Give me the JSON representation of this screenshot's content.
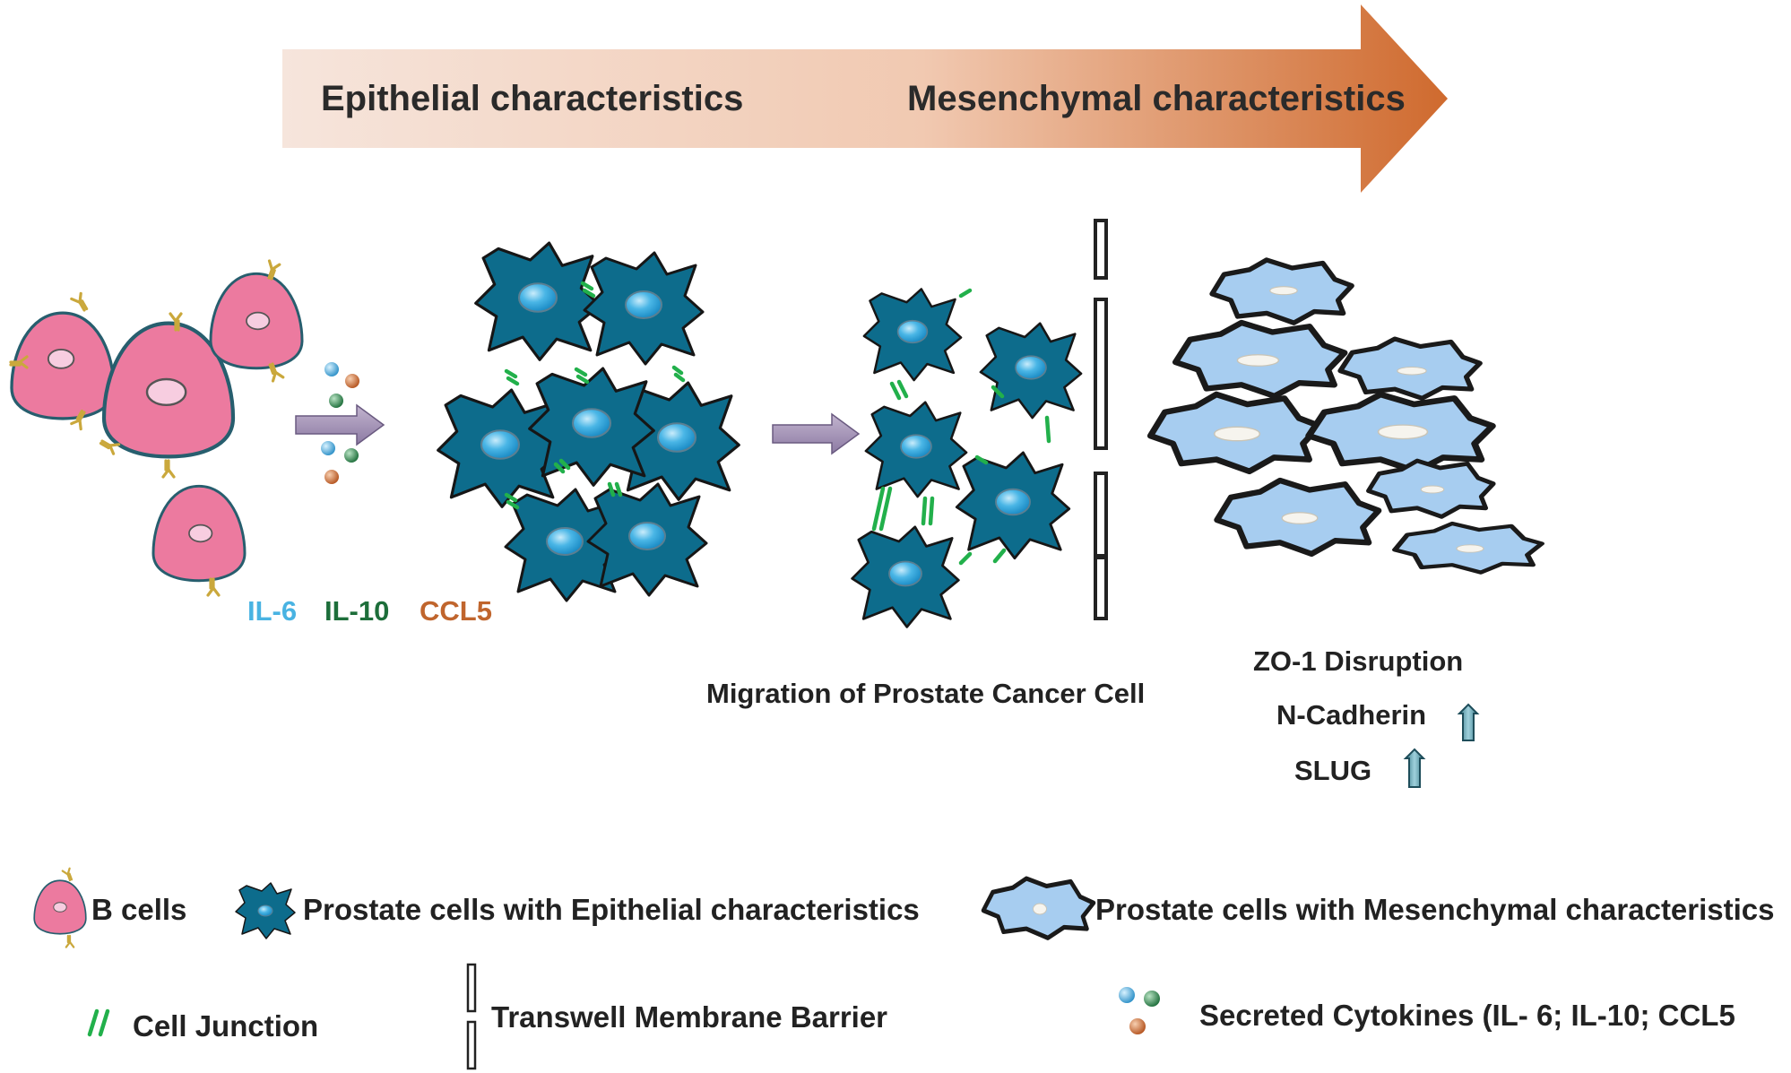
{
  "arrow": {
    "left_label": "Epithelial characteristics",
    "right_label": "Mesenchymal characteristics"
  },
  "cytokines": {
    "il6": "IL-6",
    "il10": "IL-10",
    "ccl5": "CCL5"
  },
  "migration_label": "Migration of Prostate Cancer Cell",
  "markers": {
    "zo1": "ZO-1 Disruption",
    "ncad": "N-Cadherin",
    "slug": "SLUG"
  },
  "legend": {
    "b_cells": "B cells",
    "epithelial": "Prostate cells with Epithelial characteristics",
    "mesenchymal": "Prostate cells with Mesenchymal characteristics",
    "junction": "Cell Junction",
    "barrier": "Transwell Membrane Barrier",
    "cytokines": "Secreted Cytokines (IL- 6; IL-10; CCL5"
  },
  "colors": {
    "il6": "#49b3e2",
    "il10": "#1d6e3a",
    "ccl5": "#c0652d",
    "epithelial_cell": "#0d6c8c",
    "mesenchymal_cell": "#a7cdf0",
    "b_cell": "#ec7a9f",
    "junction": "#22b04b"
  }
}
